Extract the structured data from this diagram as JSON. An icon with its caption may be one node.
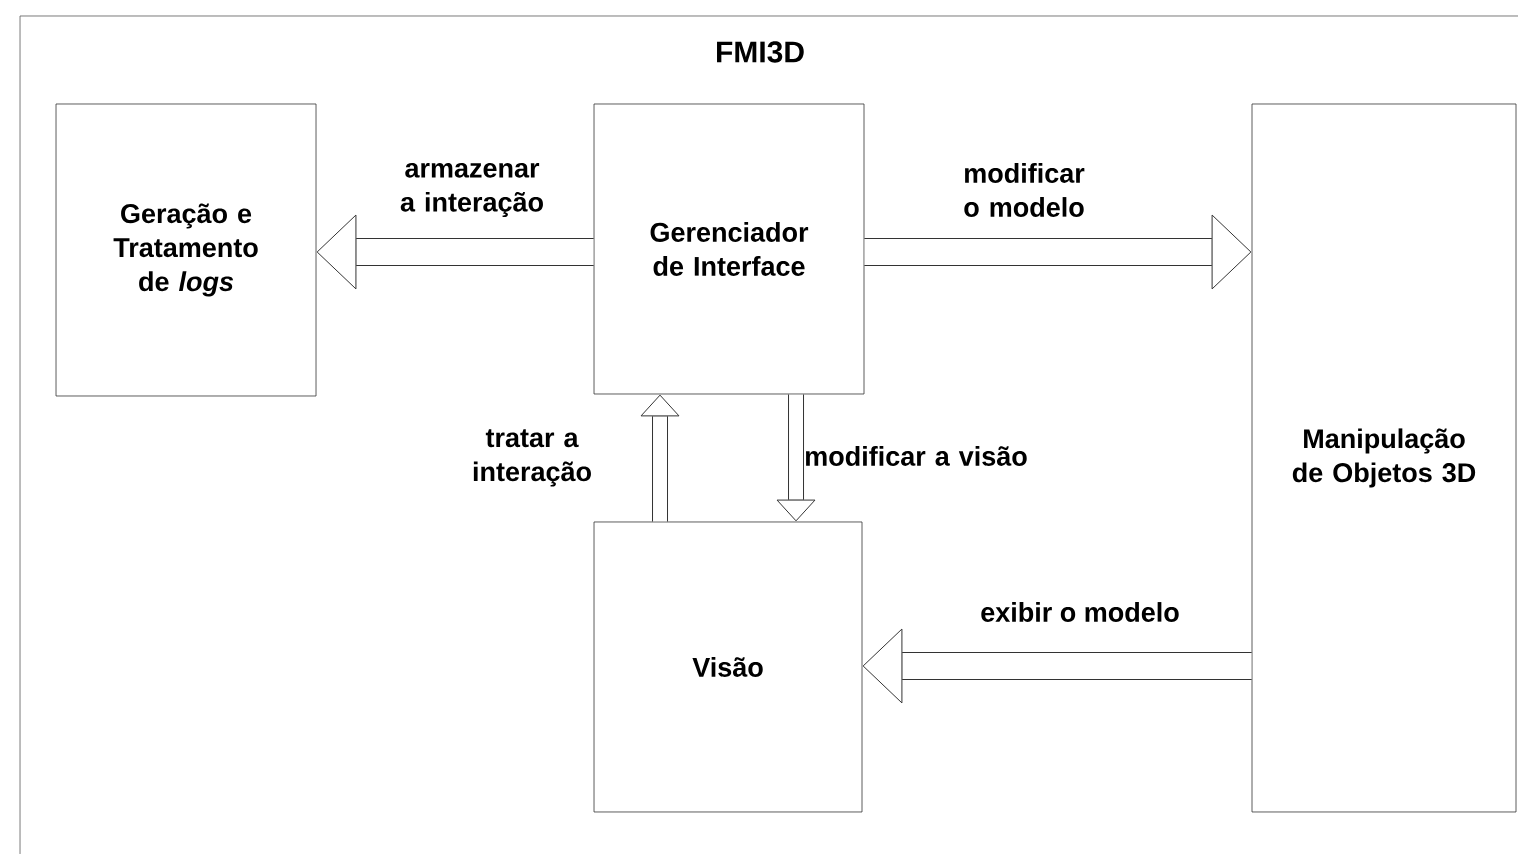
{
  "diagram": {
    "title": "FMI3D",
    "nodes": [
      {
        "text": [
          "Geração e Tratamento de *logs*"
        ]
      },
      {
        "text": [
          "Gerenciador de Interface"
        ]
      },
      {
        "text": [
          "Manipulação de Objetos 3D"
        ]
      },
      {
        "text": [
          "Visão"
        ]
      }
    ],
    "edges": [
      {
        "from": 1,
        "to": 0,
        "arrow": "to",
        "label": "armazenar a interação"
      },
      {
        "from": 1,
        "to": 2,
        "arrow": "to",
        "label": "modificar o modelo"
      },
      {
        "from": 3,
        "to": 1,
        "arrow": "to",
        "label": "tratar a interação"
      },
      {
        "from": 1,
        "to": 3,
        "arrow": "to",
        "label": "modificar a visão"
      },
      {
        "from": 2,
        "to": 3,
        "arrow": "to",
        "label": "exibir o modelo"
      }
    ]
  }
}
